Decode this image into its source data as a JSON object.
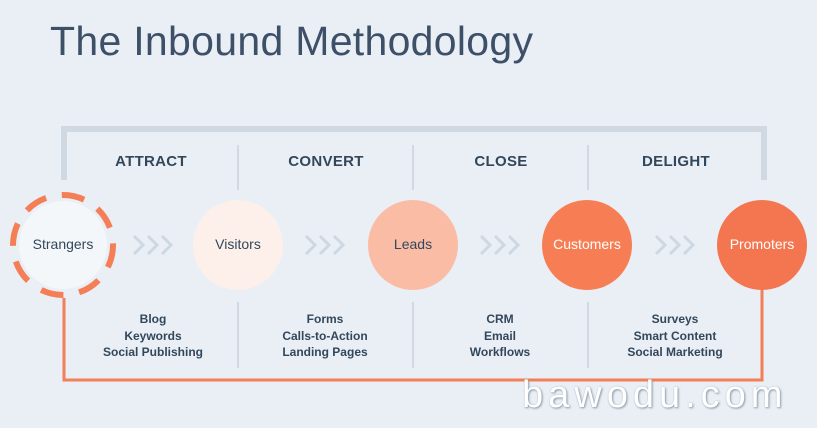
{
  "title": "The Inbound Methodology",
  "stages": [
    "ATTRACT",
    "CONVERT",
    "CLOSE",
    "DELIGHT"
  ],
  "nodes": [
    {
      "label": "Strangers",
      "fill": "#f4f7fa",
      "text_color": "#33475b",
      "dashed": true
    },
    {
      "label": "Visitors",
      "fill": "#fdf0ea",
      "text_color": "#33475b"
    },
    {
      "label": "Leads",
      "fill": "#fbbca5",
      "text_color": "#33475b"
    },
    {
      "label": "Customers",
      "fill": "#f77e54",
      "text_color": "#ffffff"
    },
    {
      "label": "Promoters",
      "fill": "#f47650",
      "text_color": "#ffffff"
    }
  ],
  "tools": [
    [
      "Blog",
      "Keywords",
      "Social Publishing"
    ],
    [
      "Forms",
      "Calls-to-Action",
      "Landing Pages"
    ],
    [
      "CRM",
      "Email",
      "Workflows"
    ],
    [
      "Surveys",
      "Smart Content",
      "Social Marketing"
    ]
  ],
  "colors": {
    "accent": "#f47e56",
    "bracket": "#d0d9e2",
    "chevron": "#ced8e2",
    "divider": "#c9d3dd",
    "title": "#3d5068"
  },
  "watermark": "bawodu.com"
}
